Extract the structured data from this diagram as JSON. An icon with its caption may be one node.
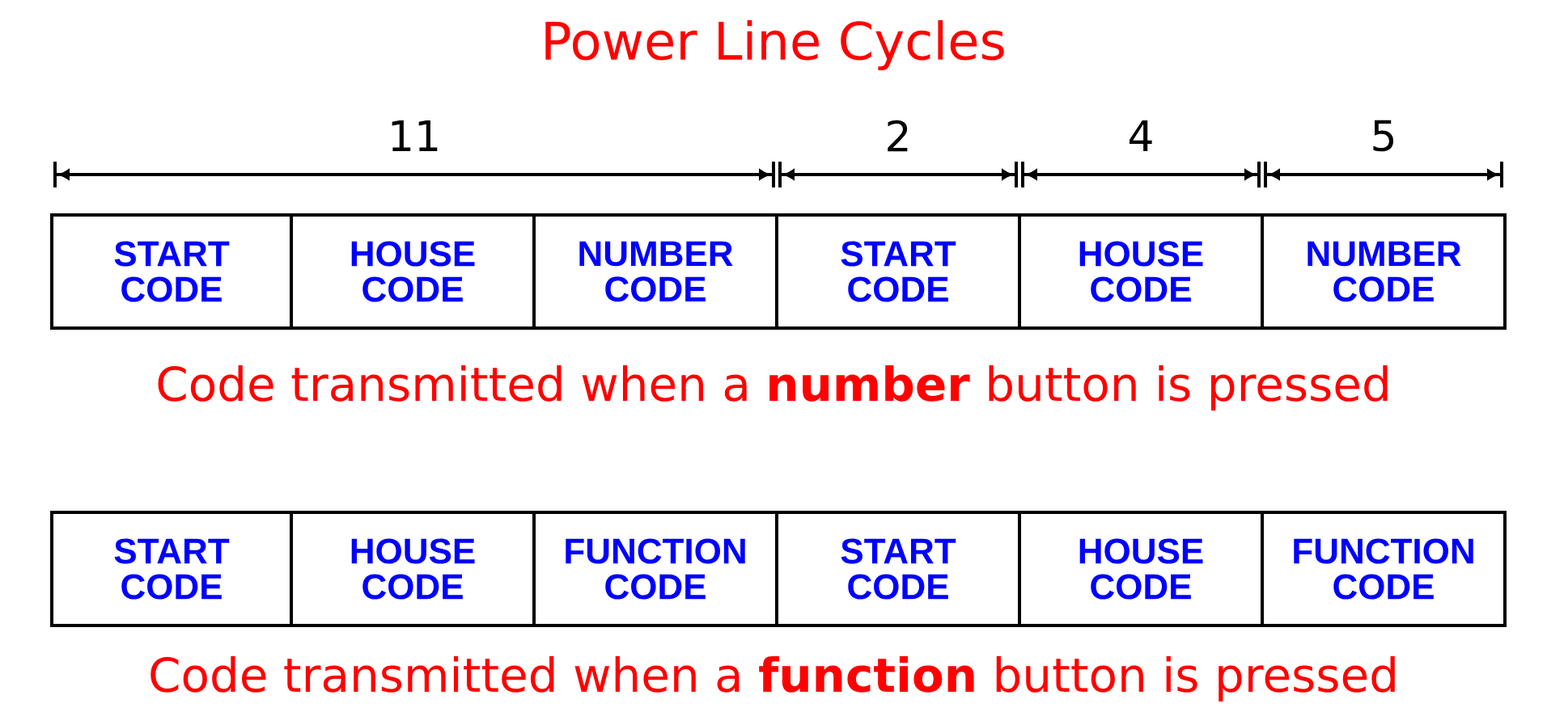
{
  "diagram": {
    "title": "Power Line Cycles",
    "nodes": [
      {
        "text": [
          "START CODE"
        ]
      },
      {
        "text": [
          "HOUSE CODE"
        ]
      },
      {
        "text": [
          "NUMBER CODE"
        ]
      },
      {
        "text": [
          "START CODE"
        ]
      },
      {
        "text": [
          "HOUSE CODE"
        ]
      },
      {
        "text": [
          "NUMBER CODE"
        ]
      },
      {
        "text": [
          "START CODE"
        ]
      },
      {
        "text": [
          "HOUSE CODE"
        ]
      },
      {
        "text": [
          "FUNCTION CODE"
        ]
      },
      {
        "text": [
          "START CODE"
        ]
      },
      {
        "text": [
          "HOUSE CODE"
        ]
      },
      {
        "text": [
          "FUNCTION CODE"
        ]
      }
    ],
    "labels": [
      "11",
      "2",
      "4",
      "5",
      "Code transmitted when a **number** button is pressed",
      "Code transmitted when a **function** button is pressed"
    ]
  }
}
